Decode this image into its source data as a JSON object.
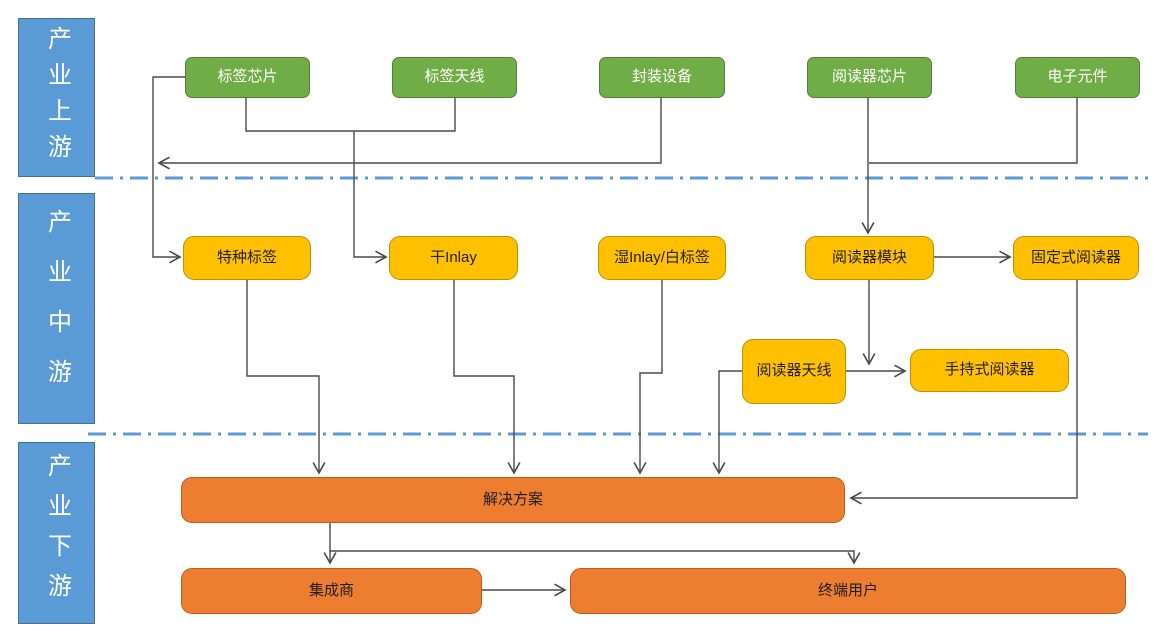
{
  "diagram": {
    "lanes": [
      {
        "label": "产业上游"
      },
      {
        "label": "产业中游"
      },
      {
        "label": "产业下游"
      }
    ],
    "upstream_nodes": [
      {
        "label": "标签芯片"
      },
      {
        "label": "标签天线"
      },
      {
        "label": "封装设备"
      },
      {
        "label": "阅读器芯片"
      },
      {
        "label": "电子元件"
      }
    ],
    "midstream_nodes": [
      {
        "label": "特种标签"
      },
      {
        "label": "干Inlay"
      },
      {
        "label": "湿Inlay/白标签"
      },
      {
        "label": "阅读器模块"
      },
      {
        "label": "固定式阅读器"
      },
      {
        "label": "阅读器天线"
      },
      {
        "label": "手持式阅读器"
      }
    ],
    "downstream_nodes": [
      {
        "label": "解决方案"
      },
      {
        "label": "集成商"
      },
      {
        "label": "终端用户"
      }
    ],
    "colors": {
      "lane_fill": "#5B9BD5",
      "upstream_fill": "#70AD47",
      "midstream_fill": "#FFC000",
      "downstream_fill": "#ED7D31",
      "separator": "#5B9BD5",
      "connector": "#4a4a4a"
    }
  }
}
